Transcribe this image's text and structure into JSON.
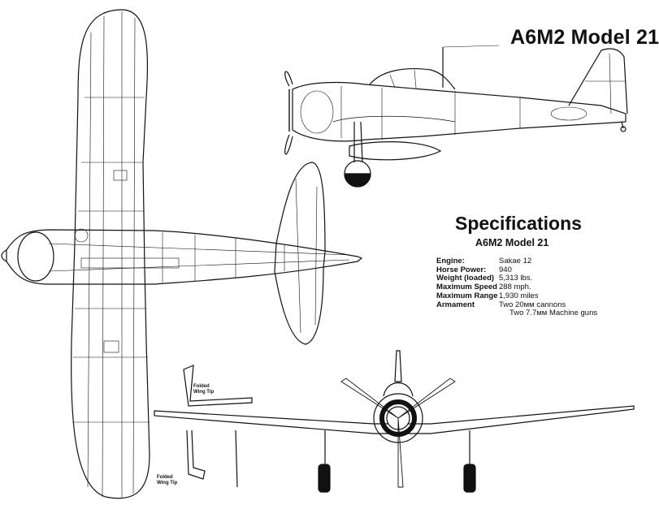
{
  "title": "A6M2 Model 21",
  "specifications": {
    "heading": "Specifications",
    "subheading": "A6M2 Model 21",
    "rows": [
      {
        "label": "Engine:",
        "value": "Sakae 12"
      },
      {
        "label": "Horse Power:",
        "value": "940"
      },
      {
        "label": "Weight (loaded)",
        "value": "5,313 lbs."
      },
      {
        "label": "Maximum Speed",
        "value": "288 mph."
      },
      {
        "label": "Maximum Range",
        "value": "1,930 miles"
      },
      {
        "label": "Armament",
        "value": "Two 20мм cannons"
      }
    ],
    "armament_extra": "Two 7.7мм Machine guns"
  },
  "notes": {
    "folded_top_line1": "Folded",
    "folded_top_line2": "Wing Tip",
    "folded_bottom_line1": "Folded",
    "folded_bottom_line2": "Wing Tip"
  }
}
